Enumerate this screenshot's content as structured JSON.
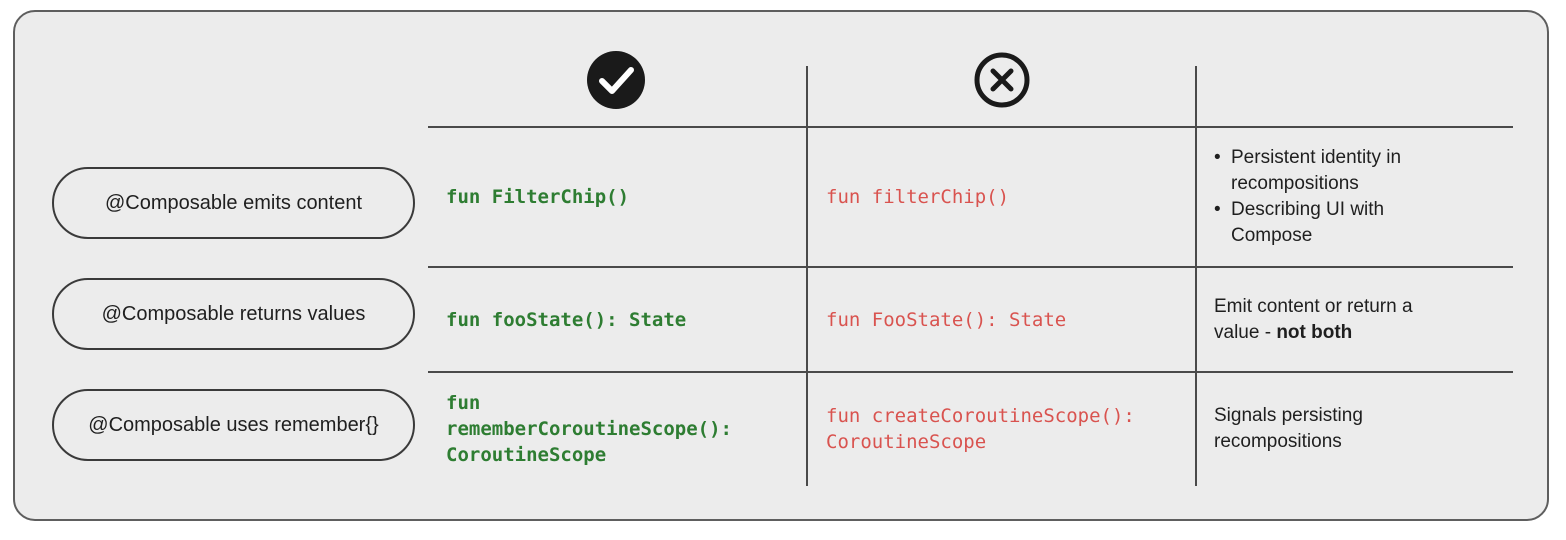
{
  "header": {
    "do_icon": "check-circle-icon",
    "dont_icon": "x-circle-icon"
  },
  "rows": [
    {
      "label": "@Composable emits content",
      "good_code": "fun FilterChip()",
      "bad_code": "fun filterChip()",
      "notes": [
        "Persistent identity in recompositions",
        "Describing UI with Compose"
      ]
    },
    {
      "label": "@Composable returns values",
      "good_code": "fun fooState(): State",
      "bad_code": "fun FooState(): State",
      "note_lead": "Emit content or return a value - ",
      "note_bold": "not both"
    },
    {
      "label": "@Composable uses remember{}",
      "good_code": "fun\nrememberCoroutineScope():\nCoroutineScope",
      "bad_code": "fun createCoroutineScope():\nCoroutineScope",
      "note": "Signals persisting recompositions"
    }
  ],
  "colors": {
    "good": "#2e7d32",
    "bad": "#d9534f",
    "panel": "#ececec",
    "border": "#5e5e5e"
  }
}
